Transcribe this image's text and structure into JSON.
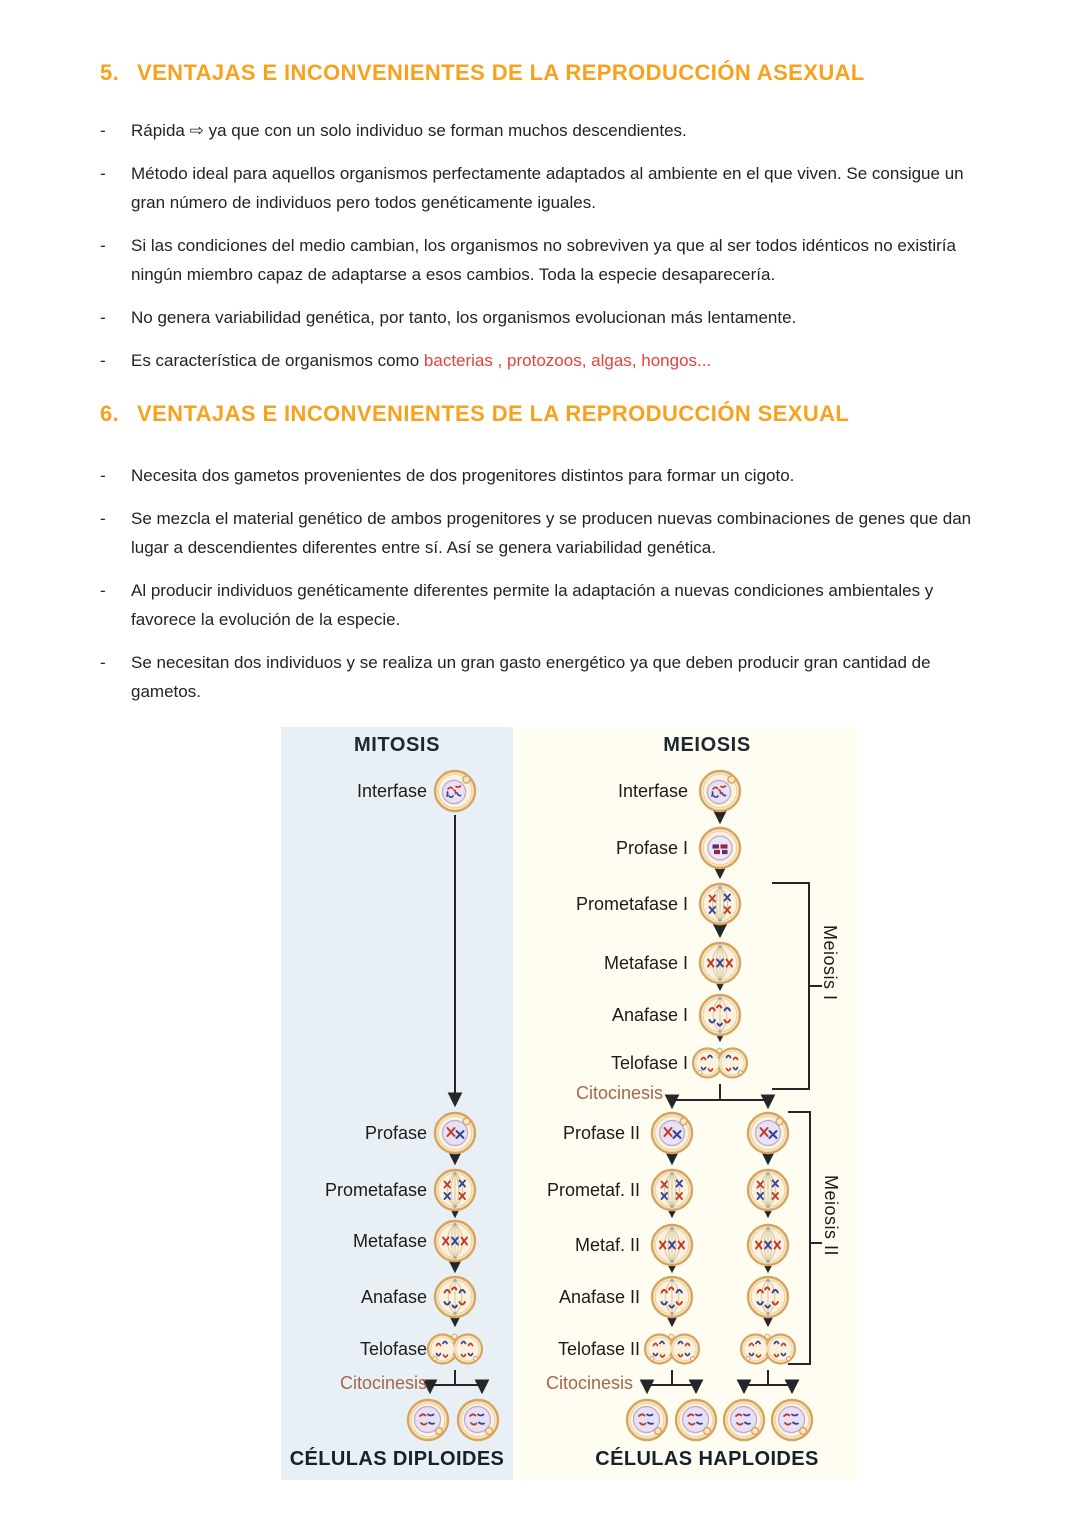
{
  "page": {
    "bullet_marker": "-"
  },
  "sections": {
    "s5": {
      "number": "5.",
      "title": "VENTAJAS E INCONVENIENTES DE LA REPRODUCCIÓN ASEXUAL",
      "bullets": [
        {
          "lead": "Rápida ⇨ ya que con un solo individuo se forman muchos descendientes."
        },
        {
          "lead": "Método ideal para aquellos organismos perfectamente adaptados al ambiente en el que viven. Se consigue un gran número de individuos pero todos genéticamente iguales."
        },
        {
          "lead": "Si las condiciones del medio cambian, los organismos no sobreviven ya que al ser todos idénticos no existiría ningún miembro capaz de adaptarse a esos cambios. Toda la especie desaparecería."
        },
        {
          "lead": "No genera variabilidad genética, por tanto, los organismos evolucionan más lentamente."
        },
        {
          "lead": "Es característica de organismos como ",
          "highlight": "bacterias , protozoos, algas, hongos..."
        }
      ]
    },
    "s6": {
      "number": "6.",
      "title": "VENTAJAS E INCONVENIENTES DE LA REPRODUCCIÓN SEXUAL",
      "bullets": [
        {
          "lead": "Necesita dos gametos provenientes de dos progenitores distintos para formar un cigoto."
        },
        {
          "lead": "Se mezcla el material genético de ambos progenitores y se producen nuevas combinaciones de genes que dan lugar a descendientes diferentes entre sí. Así se genera variabilidad genética."
        },
        {
          "lead": "Al producir individuos genéticamente diferentes permite la adaptación a nuevas condiciones ambientales y favorece la evolución de la especie."
        },
        {
          "lead": "Se necesitan dos individuos y se realiza un gran gasto energético ya que deben producir gran cantidad de gametos."
        }
      ]
    }
  },
  "diagram": {
    "mitosis": {
      "title": "MITOSIS",
      "interfase": "Interfase",
      "stages": [
        "Profase",
        "Prometafase",
        "Metafase",
        "Anafase",
        "Telofase"
      ],
      "citocinesis": "Citocinesis",
      "result": "CÉLULAS DIPLOIDES"
    },
    "meiosis": {
      "title": "MEIOSIS",
      "interfase": "Interfase",
      "phase1": [
        "Profase I",
        "Prometafase I",
        "Metafase I",
        "Anafase I",
        "Telofase I"
      ],
      "citocinesis1": "Citocinesis",
      "phase2": [
        "Profase II",
        "Prometaf. II",
        "Metaf. II",
        "Anafase II",
        "Telofase II"
      ],
      "citocinesis2": "Citocinesis",
      "bracket1": "Meiosis I",
      "bracket2": "Meiosis II",
      "result": "CÉLULAS HAPLOIDES"
    }
  },
  "colors": {
    "heading_orange": "#f7a21e",
    "highlight_red": "#e8403a",
    "citocinesis_brown": "#a5664b",
    "mitosis_panel_blue": "#e8eff5",
    "meiosis_panel_cream": "#fffdf2"
  }
}
